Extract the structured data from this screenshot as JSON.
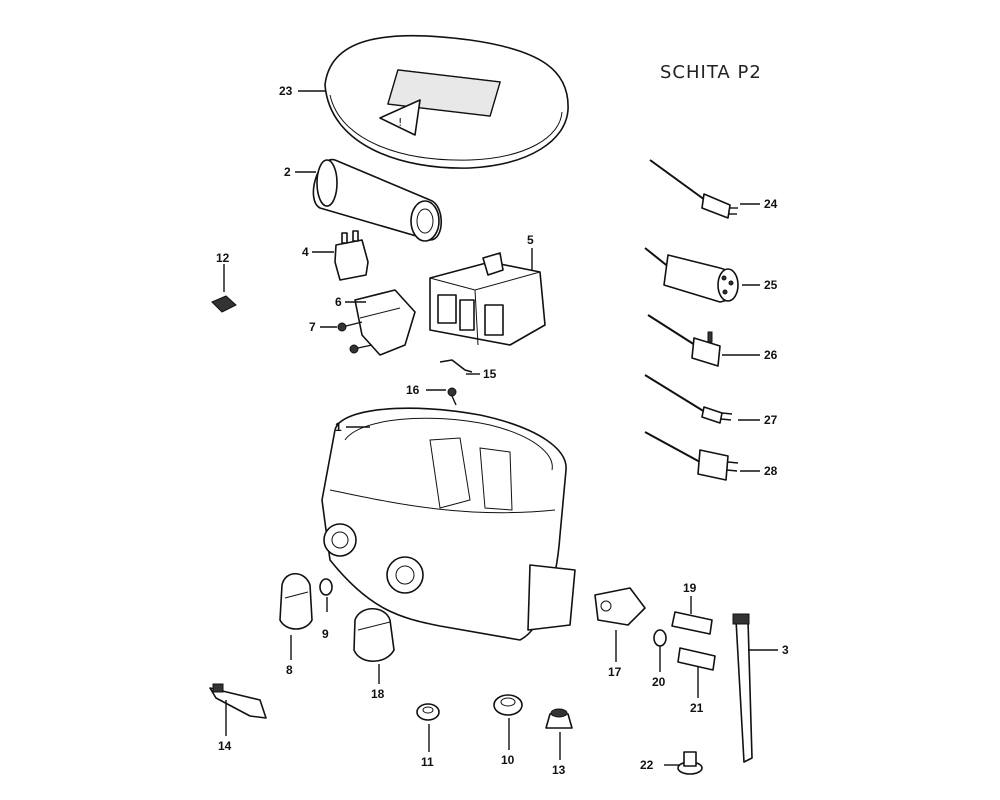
{
  "title": "SCHITA P2",
  "labels": {
    "p1": "1",
    "p2": "2",
    "p3": "3",
    "p4": "4",
    "p5": "5",
    "p6": "6",
    "p7": "7",
    "p8": "8",
    "p9": "9",
    "p10": "10",
    "p11": "11",
    "p12": "12",
    "p13": "13",
    "p14": "14",
    "p15": "15",
    "p16": "16",
    "p17": "17",
    "p18": "18",
    "p19": "19",
    "p20": "20",
    "p21": "21",
    "p22": "22",
    "p23": "23",
    "p24": "24",
    "p25": "25",
    "p26": "26",
    "p27": "27",
    "p28": "28"
  }
}
